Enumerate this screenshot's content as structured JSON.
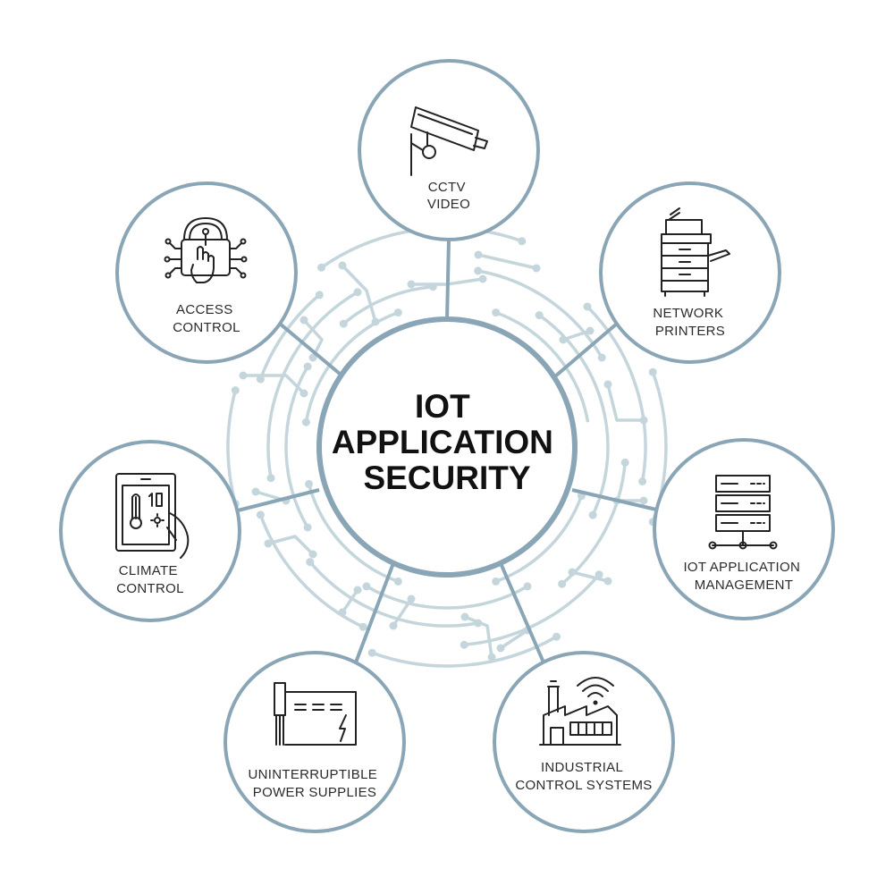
{
  "colors": {
    "ring": "#8aa6b6",
    "circuit": "#c4d6dc",
    "icon": "#222222",
    "text": "#2b2b2b",
    "background": "#ffffff"
  },
  "center": {
    "lines": [
      "IOT",
      "APPLICATION",
      "SECURITY"
    ]
  },
  "nodes": [
    {
      "id": "cctv",
      "icon": "cctv-camera-icon",
      "lines": [
        "CCTV",
        "VIDEO"
      ]
    },
    {
      "id": "network-printers",
      "icon": "printer-icon",
      "lines": [
        "NETWORK",
        "PRINTERS"
      ]
    },
    {
      "id": "iot-app-management",
      "icon": "server-rack-icon",
      "lines": [
        "IOT APPLICATION",
        "MANAGEMENT"
      ]
    },
    {
      "id": "industrial-control",
      "icon": "factory-icon",
      "lines": [
        "INDUSTRIAL",
        "CONTROL SYSTEMS"
      ]
    },
    {
      "id": "ups",
      "icon": "power-supply-icon",
      "lines": [
        "UNINTERRUPTIBLE",
        "POWER SUPPLIES"
      ]
    },
    {
      "id": "climate-control",
      "icon": "thermostat-tablet-icon",
      "lines": [
        "CLIMATE",
        "CONTROL"
      ]
    },
    {
      "id": "access-control",
      "icon": "padlock-touch-icon",
      "lines": [
        "ACCESS",
        "CONTROL"
      ]
    }
  ]
}
